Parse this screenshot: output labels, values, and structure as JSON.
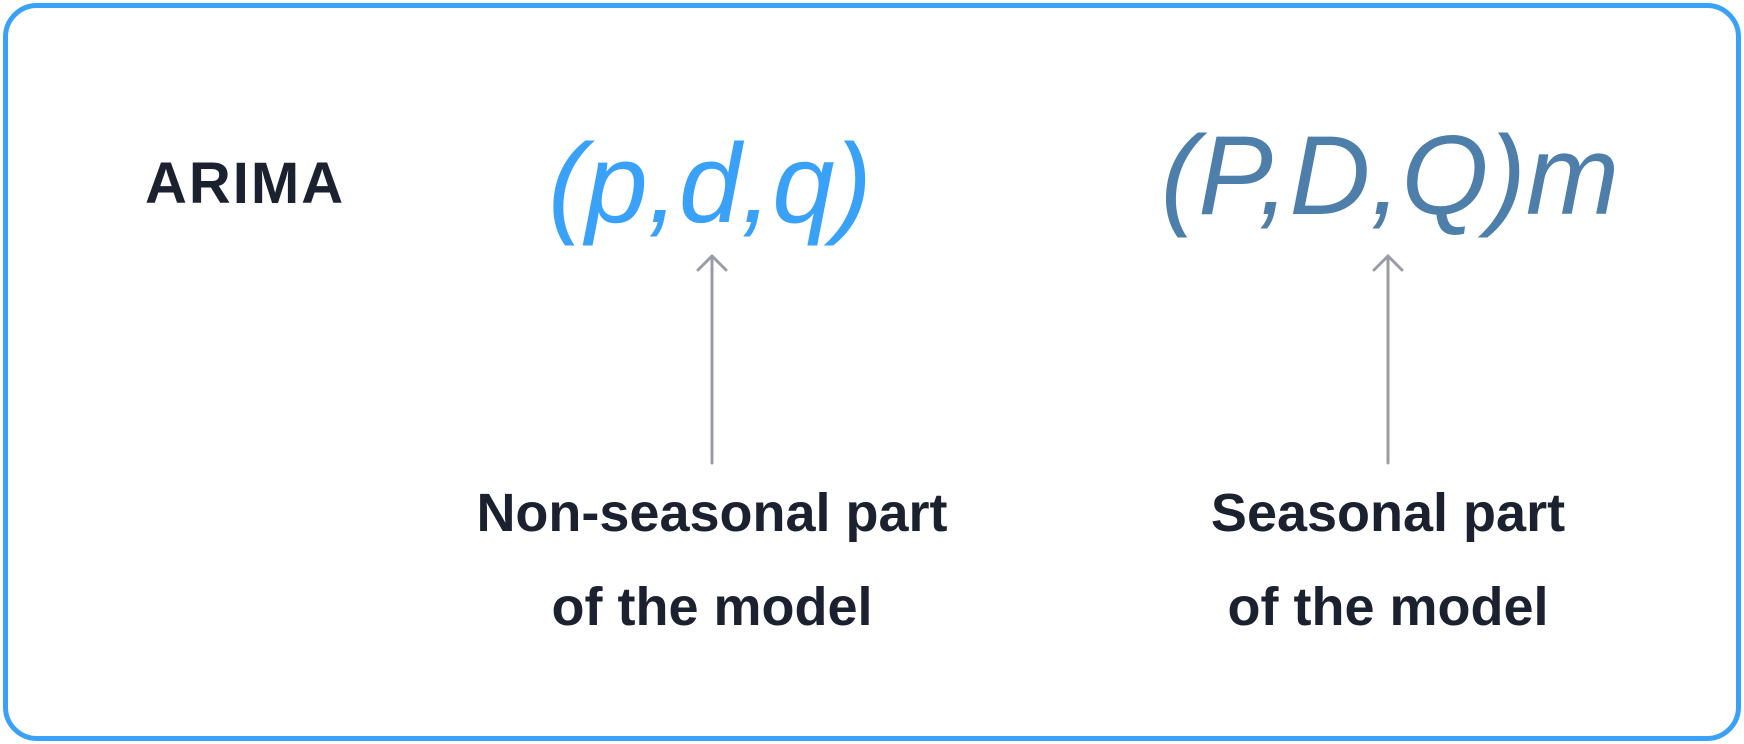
{
  "model_name": "ARIMA",
  "nonseasonal": {
    "formula": "(p,d,q)",
    "caption_line1": "Non-seasonal part",
    "caption_line2": "of the model"
  },
  "seasonal": {
    "formula": "(P,D,Q)m",
    "caption_line1": "Seasonal part",
    "caption_line2": "of the model"
  },
  "colors": {
    "border": "#3aa1f8",
    "nonseasonal_formula": "#3aa1f8",
    "seasonal_formula": "#4e7eaa",
    "text": "#1c2130",
    "arrow": "#9a9ca8"
  }
}
